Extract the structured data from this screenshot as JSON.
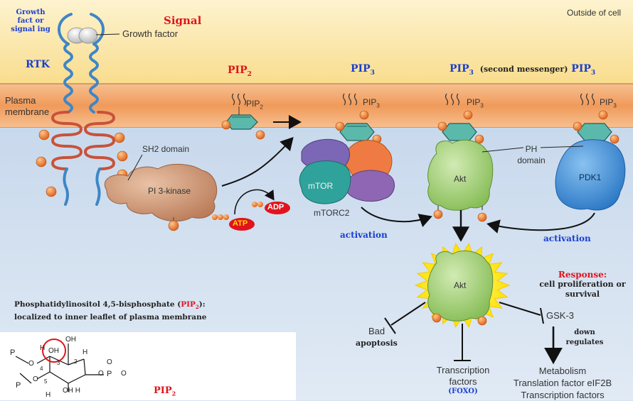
{
  "extracellular": {
    "growth_factor_signaling": "Growth factor signaling",
    "growth_factor_signaling_lines": [
      "Growth",
      "fact or",
      "signal ing"
    ],
    "signal": "Signal",
    "outside_of_cell": "Outside of cell",
    "growth_factor_label": "Growth factor",
    "rtk": "RTK"
  },
  "membrane": {
    "label_line1": "Plasma",
    "label_line2": "membrane"
  },
  "headers": {
    "pip2": "PIP",
    "pip2_sub": "2",
    "pip3_a": "PIP",
    "pip3_a_sub": "3",
    "pip3_b": "PIP",
    "pip3_b_sub": "3",
    "second_messenger": "(second messenger)",
    "pip3_c": "PIP",
    "pip3_c_sub": "3"
  },
  "lipids": [
    {
      "label": "PIP",
      "sub": "2"
    },
    {
      "label": "PIP",
      "sub": "3"
    },
    {
      "label": "PIP",
      "sub": "3"
    },
    {
      "label": "PIP",
      "sub": "3"
    }
  ],
  "proteins": {
    "sh2_domain": "SH2 domain",
    "pi3_kinase": "PI 3-kinase",
    "mtor": "mTOR",
    "mtorc2": "mTORC2",
    "akt": "Akt",
    "akt_active": "Akt",
    "pdk1": "PDK1",
    "ph_domain_line1": "PH",
    "ph_domain_line2": "domain",
    "atp": "ATP",
    "adp": "ADP",
    "phosphate": "P"
  },
  "activation": {
    "left": "activation",
    "right": "activation"
  },
  "response": {
    "title": "Response:",
    "line1": "cell proliferation or",
    "line2": "survival"
  },
  "targets": {
    "bad": "Bad",
    "apoptosis": "apoptosis",
    "transcription_line1": "Transcription",
    "transcription_line2": "factors",
    "foxo": "(FOXO)",
    "gsk3": "GSK-3",
    "down_line1": "down",
    "down_line2": "regulates",
    "metabolism": "Metabolism",
    "translation": "Translation factor eIF2B",
    "transcription_factors": "Transcription factors"
  },
  "caption": {
    "line1_prefix": "Phosphatidylinositol 4,5-bisphosphate (",
    "line1_pip": "PIP",
    "line1_sub": "2",
    "line1_suffix": "):",
    "line2": "localized to inner leaflet of plasma membrane"
  },
  "structure": {
    "label": "PIP",
    "label_sub": "2",
    "oh_top": "OH",
    "oh_ring": "OH",
    "oh_bottom": "OH H",
    "h_right": "H",
    "h_left": "H",
    "h_bottom": "H",
    "num_2": "2",
    "num_3": "3",
    "num_4": "4",
    "num_5": "5",
    "p": "P",
    "o": "O"
  },
  "colors": {
    "extracellular": "#fcebb6",
    "membrane": "#f2a86b",
    "cytoplasm": "#d6e3f1",
    "rtk_blue": "#3e86c6",
    "rtk_red": "#c8523a",
    "phosphate": "#e87a2a",
    "pi3k": "#c98f6e",
    "akt": "#9ccb6e",
    "pdk1": "#3f8fd6",
    "mtor_teal": "#2fa39b",
    "mtor_purple": "#8e66b4",
    "mtor_orange": "#ef7b43",
    "inositol": "#5bb9ac",
    "burst": "#ffe500"
  }
}
